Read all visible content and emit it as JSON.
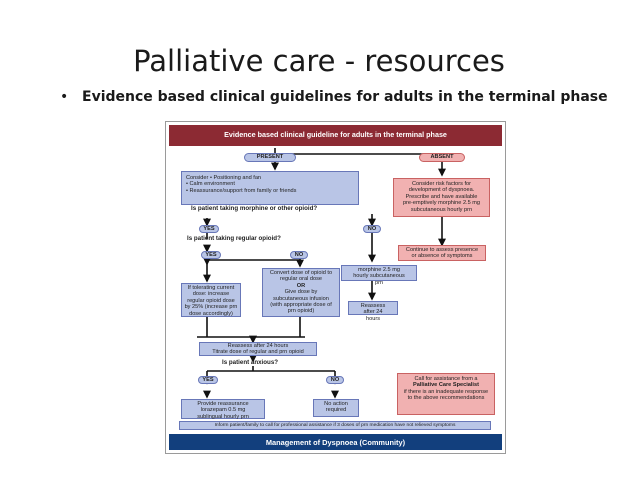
{
  "slide": {
    "title": "Palliative care - resources",
    "bullet": "•",
    "bullet_text": "Evidence based clinical guidelines for adults in the terminal phase"
  },
  "flowchart": {
    "header": "Evidence based clinical guideline for adults in the terminal phase",
    "present": "PRESENT",
    "absent": "ABSENT",
    "consider": "Consider  •  Positioning and fan\n•  Calm environment\n•  Reassurance/support from family or friends",
    "q_morphine": "Is patient taking morphine or other opioid?",
    "absent_box": "Consider risk factors for development of dyspnoea. Prescribe and have available pre-emptively morphine 2.5 mg subcutaneous hourly prn",
    "yes1": "YES",
    "no1": "NO",
    "q_regular": "Is patient taking regular opioid?",
    "continue_box": "Continue to assess presence or absence of symptoms",
    "yes2": "YES",
    "no2": "NO",
    "tolerating_box": "If tolerating current dose: increase regular opioid dose by 25% (increase prn dose accordingly)",
    "convert_box_top": "Convert dose of opioid to regular oral dose",
    "convert_or": "OR",
    "convert_box_bottom": "Give dose by subcutaneous infusion (with appropriate dose of prn opioid)",
    "morphine_box": "morphine 2.5 mg hourly subcutaneous prn",
    "reassess24_box": "Reassess after 24 hours",
    "reassess_titrate": "Reassess after 24 hours\nTitrate dose of regular and prn opioid",
    "q_anxious": "Is patient anxious?",
    "yes3": "YES",
    "no3": "NO",
    "call_box_pre": "Call for assistance from a",
    "call_box_bold": "Palliative Care Specialist",
    "call_box_post": "if there is an inadequate response to the above recommendations",
    "lorazepam_box": "Provide reassurance lorazepam 0.5 mg sublingual hourly prn",
    "noaction_box": "No action required",
    "inform_bar": "Inform patient/family to call for professional assistance if 3 doses of prn medication have not relieved symptoms",
    "footer": "Management of Dyspnoea (Community)"
  },
  "colors": {
    "header_bg": "#8c2a33",
    "footer_bg": "#123f7d",
    "blue_box": "#b9c5e6",
    "red_box": "#f1b1b1",
    "arrow": "#111111"
  }
}
